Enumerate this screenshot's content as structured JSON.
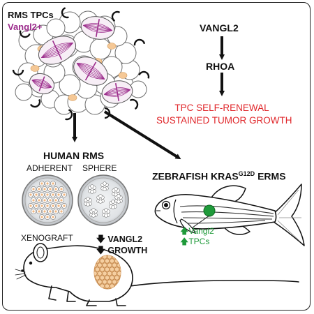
{
  "cluster": {
    "title": "RMS TPCs",
    "marker": "Vangl2+"
  },
  "pathway": {
    "gene1": "VANGL2",
    "gene2": "RHOA",
    "outcome_line1": "TPC SELF-RENEWAL",
    "outcome_line2": "SUSTAINED TUMOR GROWTH"
  },
  "human": {
    "heading": "HUMAN RMS",
    "adherent_label": "ADHERENT",
    "sphere_label": "SPHERE",
    "xenograft_label": "XENOGRAFT",
    "effect_line1": "VANGL2",
    "effect_line2": "GROWTH"
  },
  "zebrafish": {
    "heading_prefix": "ZEBRAFISH KRAS",
    "heading_superscript": "G12D",
    "heading_suffix": " ERMS",
    "effect_line1": "Vangl2",
    "effect_line2": "TPCs"
  },
  "colors": {
    "magenta": "#9c2c8c",
    "red": "#e0262a",
    "green": "#1f9a3a",
    "ink": "#111111",
    "orange_cell": "#f5c896"
  },
  "icons": [
    "down-arrow-icon",
    "up-arrow-icon",
    "mouse-icon",
    "zebrafish-icon",
    "petri-dish-icon"
  ]
}
